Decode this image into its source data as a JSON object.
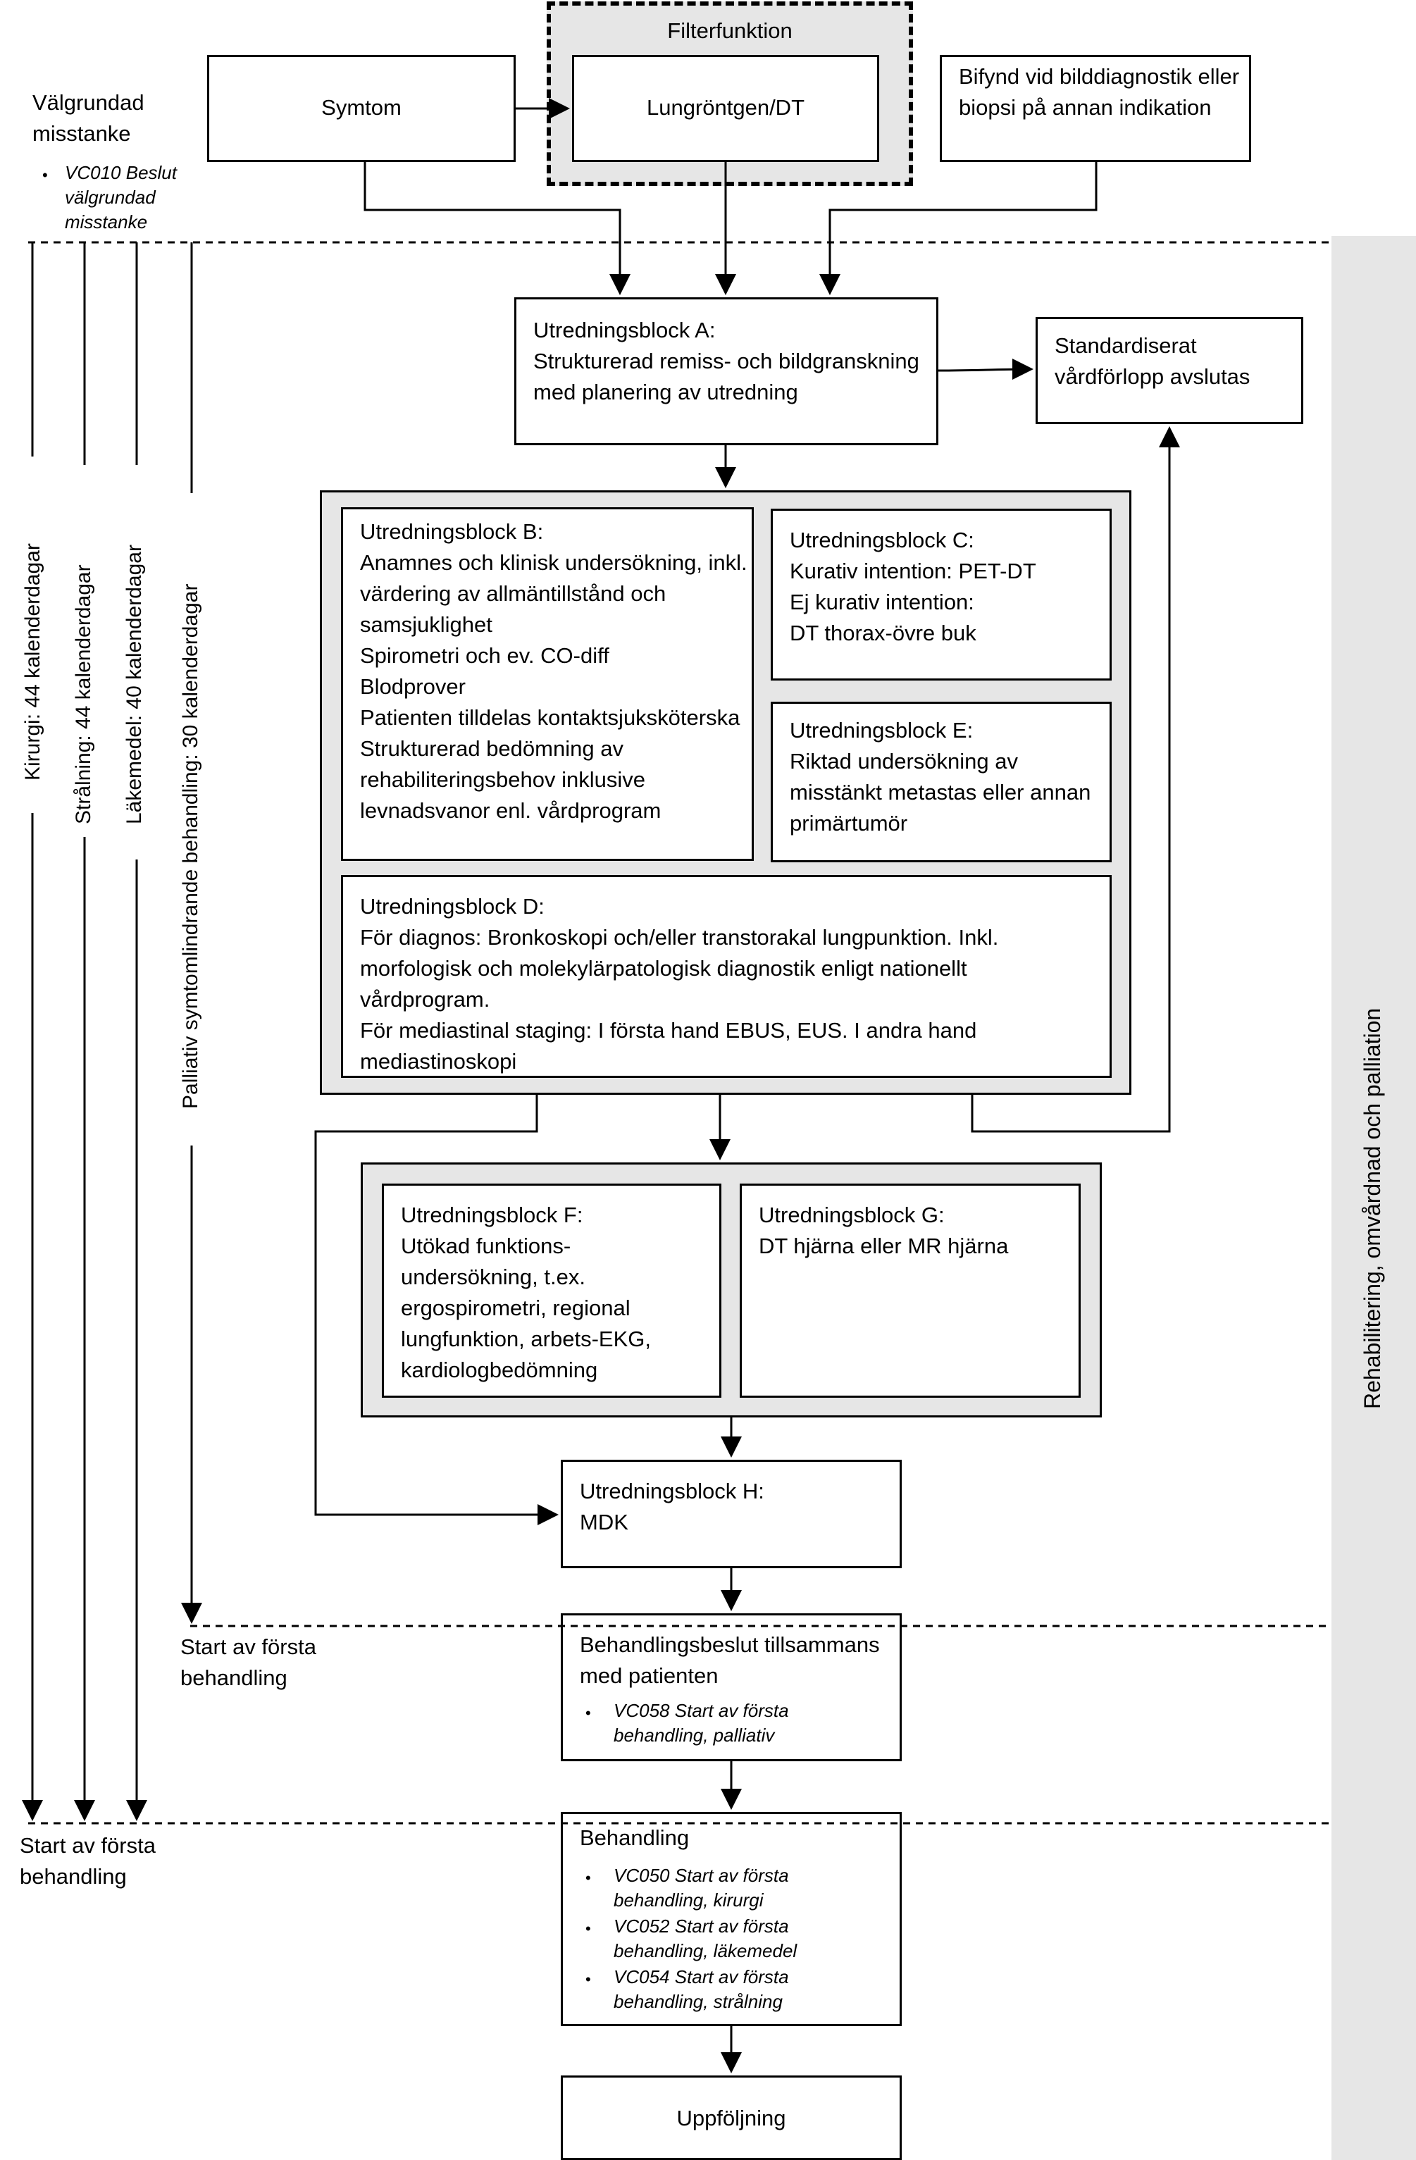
{
  "left_top": {
    "title": "Välgrundad misstanke",
    "item": "VC010 Beslut välgrundad misstanke"
  },
  "filter": {
    "label": "Filterfunktion",
    "box": "Lungröntgen/DT"
  },
  "symtom": "Symtom",
  "bifynd": "Bifynd vid bilddiagnostik eller biopsi på annan indikation",
  "blockA": "Utredningsblock A:\nStrukturerad remiss- och bildgranskning med planering av utredning",
  "standard": "Standardiserat vårdförlopp avslutas",
  "blockB": "Utredningsblock B:\nAnamnes och klinisk undersökning, inkl. värdering av allmäntillstånd och samsjuklighet\nSpirometri och ev. CO-diff\nBlodprover\nPatienten tilldelas kontaktsjuksköterska\nStrukturerad bedömning av rehabiliteringsbehov inklusive levnadsvanor enl. vårdprogram",
  "blockC": "Utredningsblock C:\nKurativ intention: PET-DT\nEj kurativ intention:\nDT thorax-övre buk",
  "blockE": "Utredningsblock E:\nRiktad undersökning av misstänkt metastas eller annan primärtumör",
  "blockD": "Utredningsblock D:\nFör diagnos: Bronkoskopi och/eller transtorakal lungpunktion. Inkl. morfologisk och molekylärpatologisk diagnostik enligt nationellt vårdprogram.\nFör mediastinal staging: I första hand EBUS, EUS. I andra hand mediastinoskopi",
  "blockF": "Utredningsblock F:\nUtökad funktions-\nundersökning, t.ex.\nergospirometri, regional\nlungfunktion, arbets-EKG,\nkardiologbedömning",
  "blockG": "Utredningsblock G:\nDT hjärna eller MR hjärna",
  "blockH": "Utredningsblock H:\nMDK",
  "beslut": {
    "title": "Behandlingsbeslut tillsammans med patienten",
    "item": "VC058 Start av första behandling, palliativ"
  },
  "behandling": {
    "title": "Behandling",
    "items": [
      "VC050 Start av första behandling, kirurgi",
      "VC052 Start av första behandling, läkemedel",
      "VC054 Start av första behandling, strålning"
    ]
  },
  "uppfoljning": "Uppföljning",
  "timelines": [
    "Kirurgi: 44 kalenderdagar",
    "Strålning: 44 kalenderdagar",
    "Läkemedel: 40 kalenderdagar",
    "Palliativ symtomlindrande behandling: 30 kalenderdagar"
  ],
  "start_palliativ": "Start av första\nbehandling",
  "start_forsta": "Start av första\nbehandling",
  "side_label": "Rehabilitering, omvårdnad och palliation",
  "colors": {
    "grey_fill": "#e6e6e6",
    "line": "#000000"
  }
}
